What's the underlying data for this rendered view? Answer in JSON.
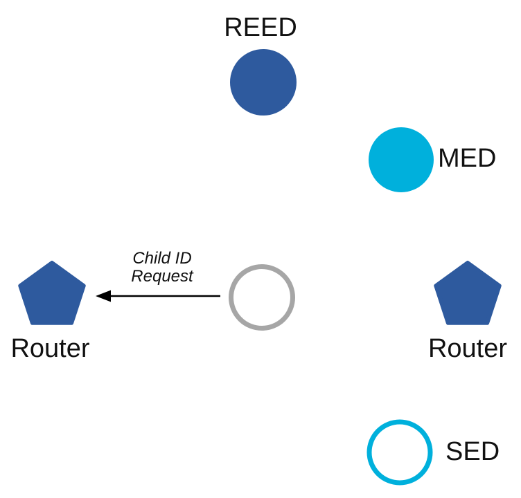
{
  "diagram": {
    "nodes": {
      "reed": {
        "label": "REED",
        "shape": "filled-circle"
      },
      "med": {
        "label": "MED",
        "shape": "filled-circle"
      },
      "joining_device": {
        "shape": "outlined-circle"
      },
      "router_left": {
        "label": "Router",
        "shape": "pentagon"
      },
      "router_right": {
        "label": "Router",
        "shape": "pentagon"
      },
      "sed": {
        "label": "SED",
        "shape": "outlined-circle"
      }
    },
    "message": {
      "line1": "Child ID",
      "line2": "Request"
    },
    "colors": {
      "node_blue": "#2e5a9e",
      "node_cyan": "#00b0dc",
      "node_gray": "#a6a6a6",
      "arrow_black": "#000000"
    }
  }
}
